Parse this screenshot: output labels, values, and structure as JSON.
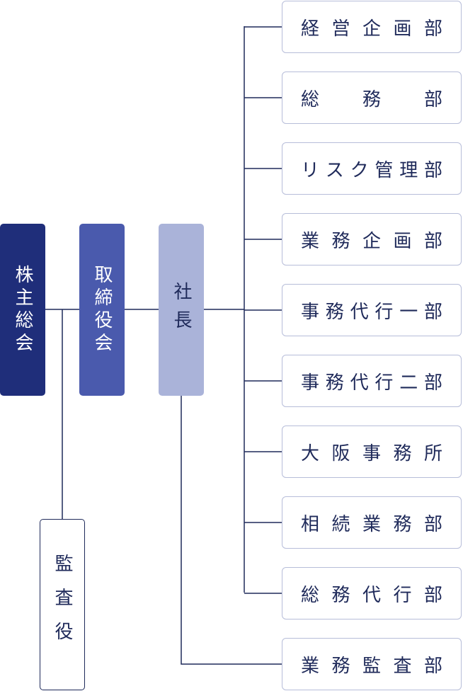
{
  "colors": {
    "shareholders": "#1f2e7a",
    "board": "#4a5aad",
    "president": "#aab3d9",
    "line": "#1f2a5a",
    "dept_border": "#b7bdd9"
  },
  "nodes": {
    "shareholders": "株主総会",
    "board": "取締役会",
    "president": "社長",
    "auditor": "監査役"
  },
  "departments": [
    "経営企画部",
    "総 務 部",
    "リスク管理部",
    "業務企画部",
    "事務代行一部",
    "事務代行二部",
    "大阪事務所",
    "相続業務部",
    "総務代行部",
    "業務監査部"
  ]
}
